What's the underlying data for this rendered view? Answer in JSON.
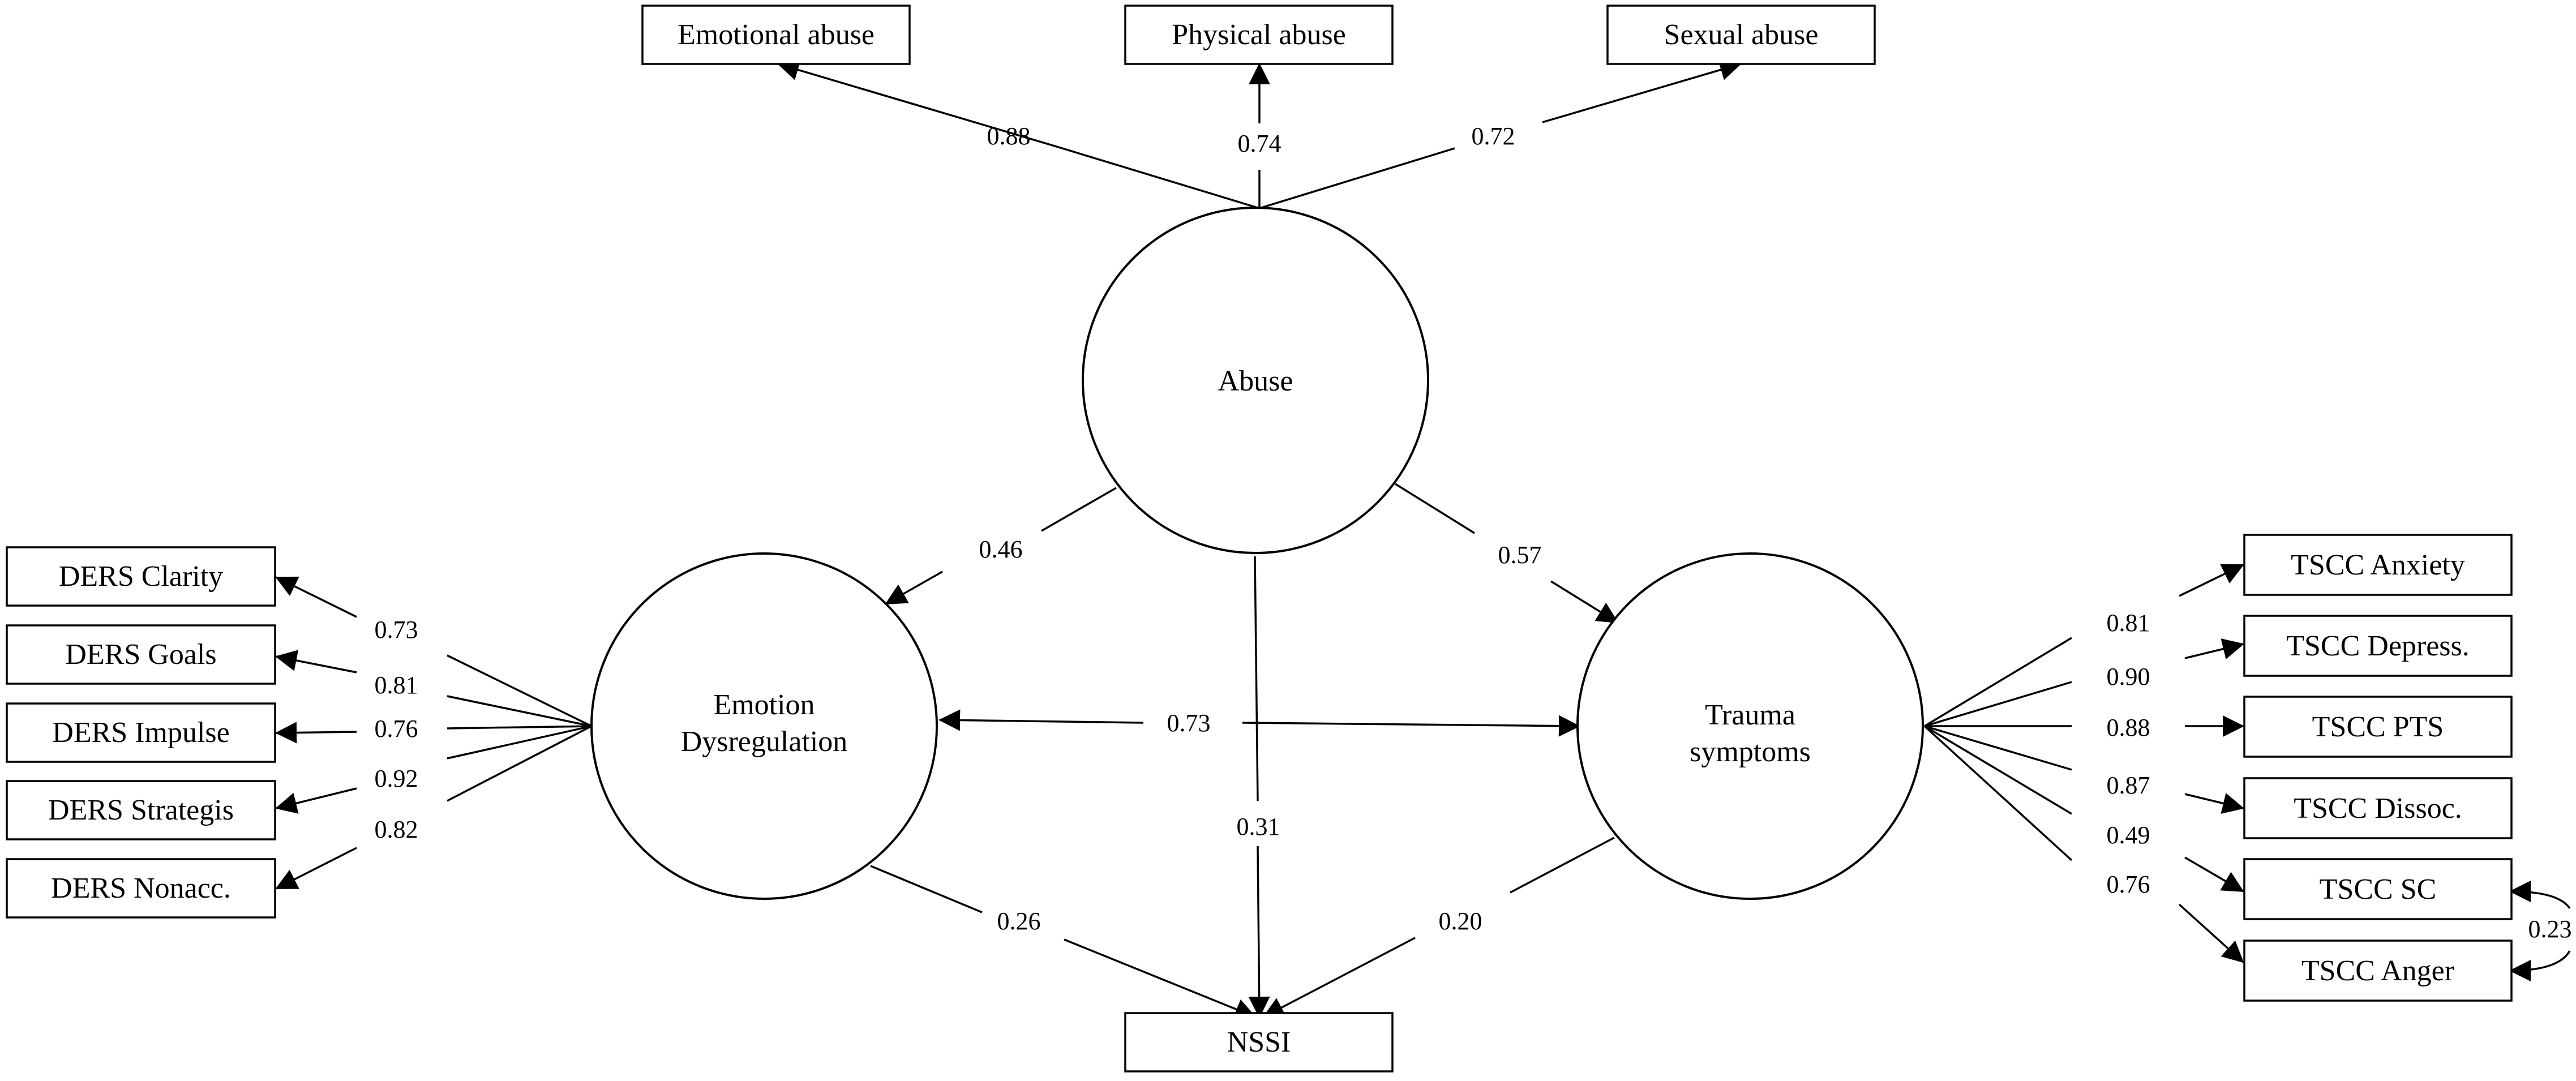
{
  "latents": {
    "abuse": "Abuse",
    "emotion_line1": "Emotion",
    "emotion_line2": "Dysregulation",
    "trauma_line1": "Trauma",
    "trauma_line2": "symptoms"
  },
  "indicators": {
    "emotional_abuse": "Emotional abuse",
    "physical_abuse": "Physical abuse",
    "sexual_abuse": "Sexual abuse",
    "ders_clarity": "DERS Clarity",
    "ders_goals": "DERS Goals",
    "ders_impulse": "DERS Impulse",
    "ders_strategis": "DERS Strategis",
    "ders_nonacc": "DERS Nonacc.",
    "tscc_anxiety": "TSCC Anxiety",
    "tscc_depress": "TSCC Depress.",
    "tscc_pts": "TSCC PTS",
    "tscc_dissoc": "TSCC Dissoc.",
    "tscc_sc": "TSCC SC",
    "tscc_anger": "TSCC Anger",
    "nssi": "NSSI"
  },
  "loadings": {
    "emotional_abuse": "0.88",
    "physical_abuse": "0.74",
    "sexual_abuse": "0.72",
    "ders_clarity": "0.73",
    "ders_goals": "0.81",
    "ders_impulse": "0.76",
    "ders_strategis": "0.92",
    "ders_nonacc": "0.82",
    "tscc_anxiety": "0.81",
    "tscc_depress": "0.90",
    "tscc_pts": "0.88",
    "tscc_dissoc": "0.87",
    "tscc_sc": "0.49",
    "tscc_anger": "0.76"
  },
  "paths": {
    "abuse_to_emotion": "0.46",
    "abuse_to_trauma": "0.57",
    "emotion_trauma": "0.73",
    "abuse_to_nssi": "0.31",
    "emotion_to_nssi": "0.26",
    "trauma_to_nssi": "0.20",
    "sc_anger_cov": "0.23"
  }
}
